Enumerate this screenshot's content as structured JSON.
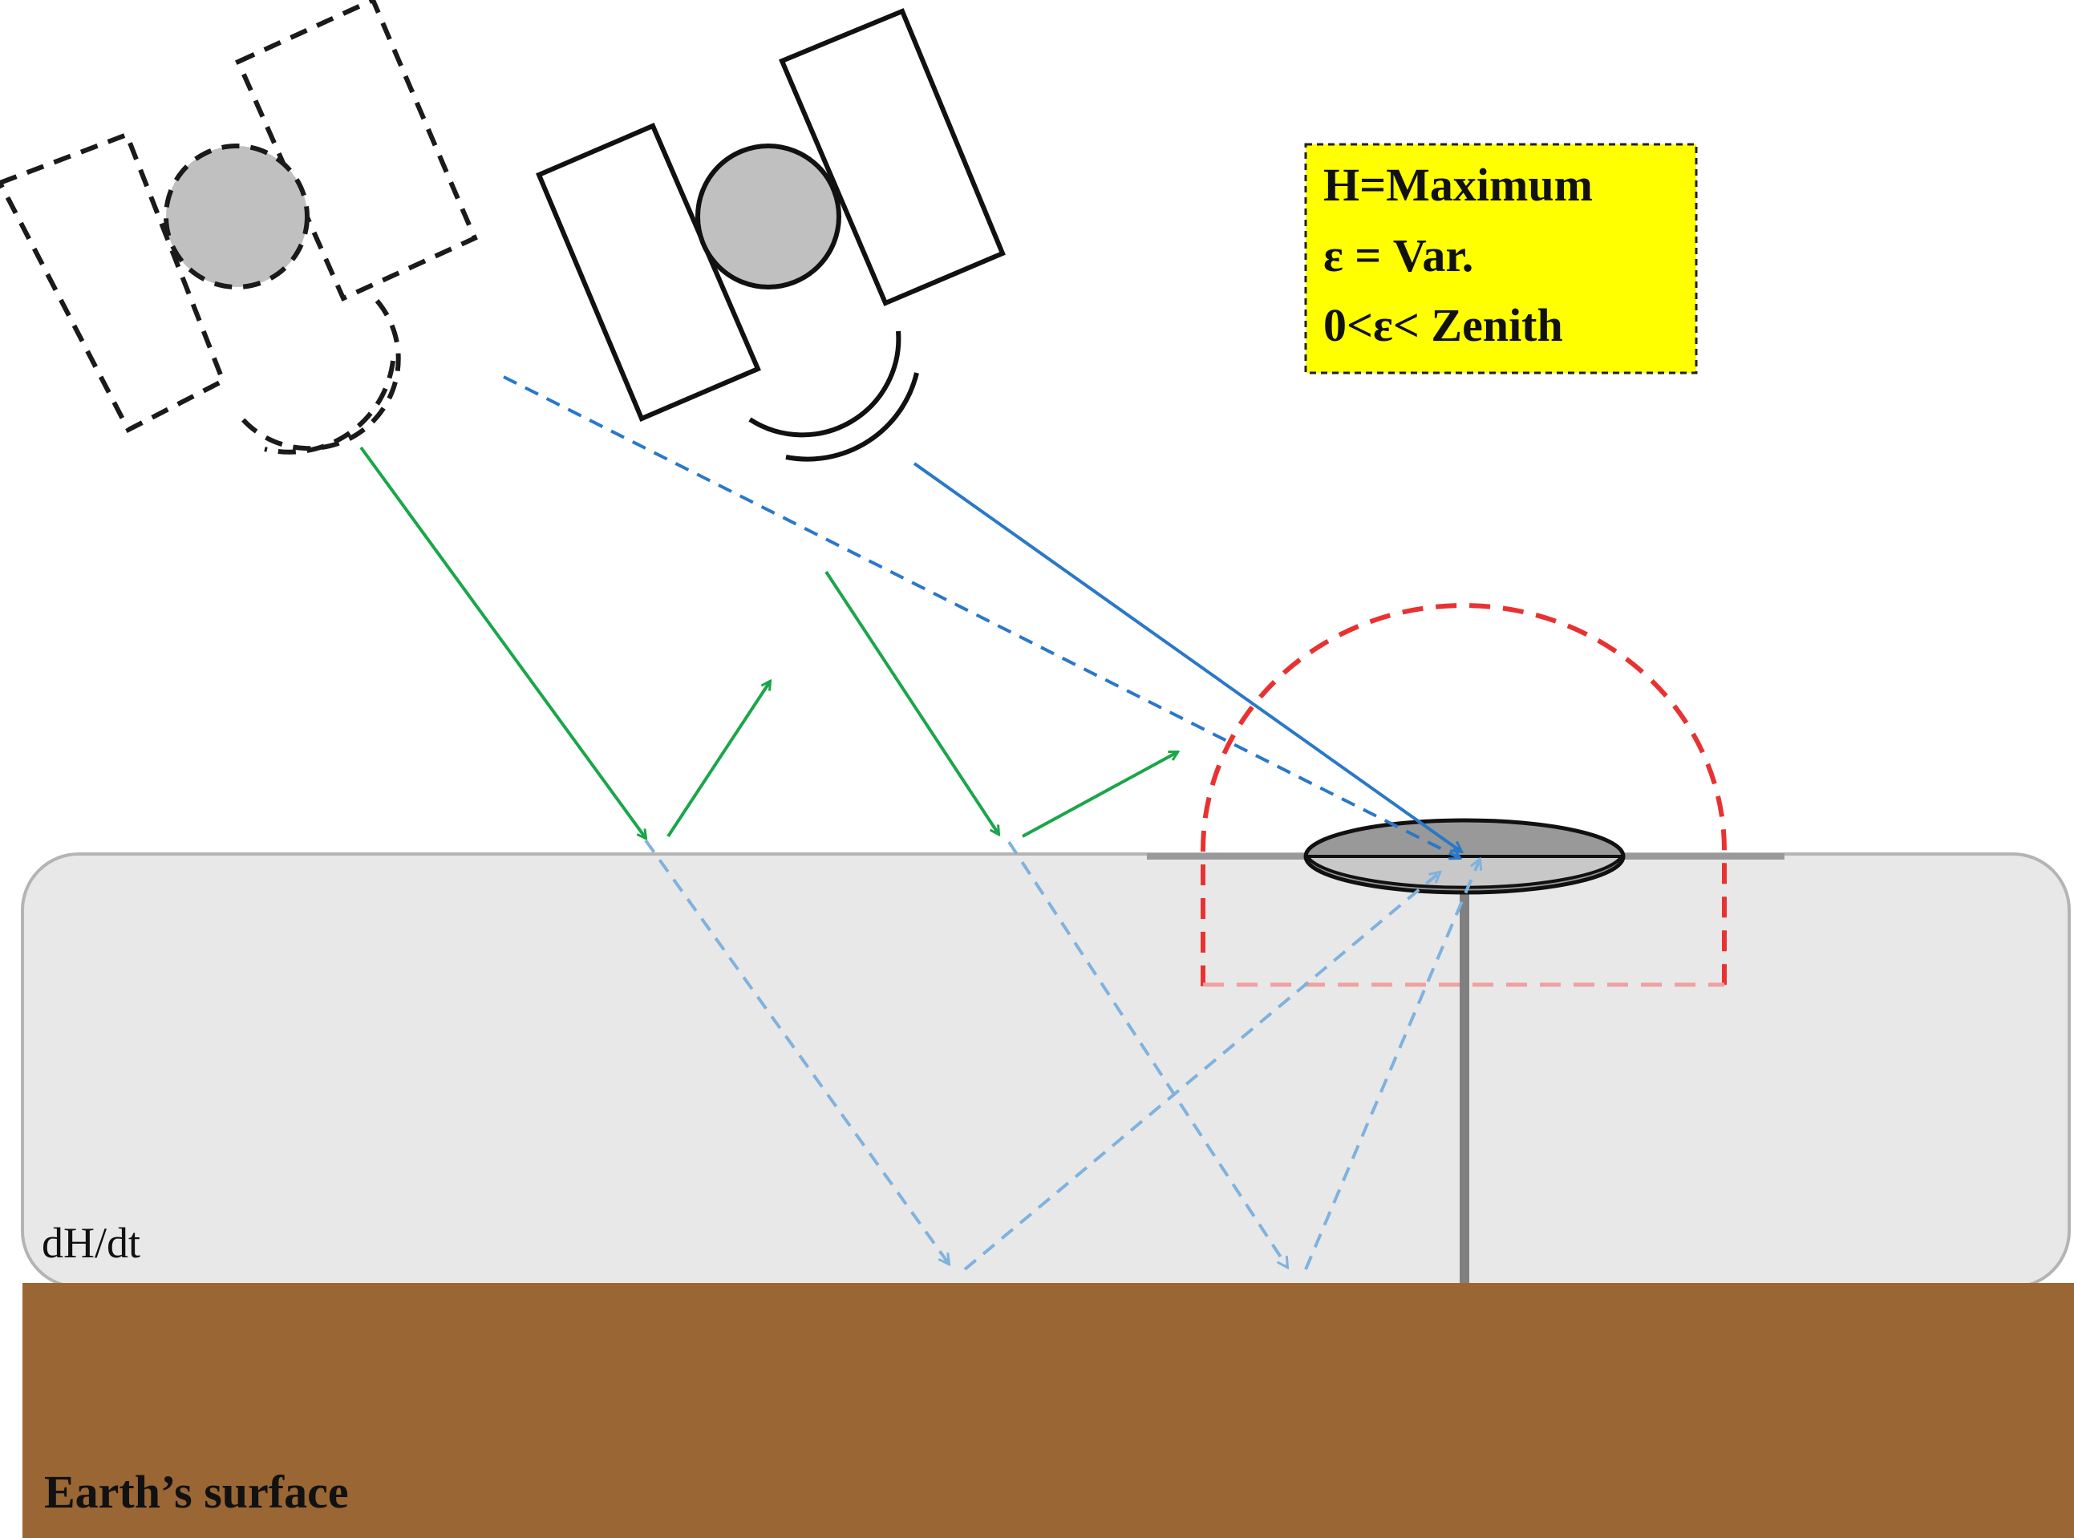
{
  "legend": {
    "line1": "H=Maximum",
    "line2": "ε = Var.",
    "line3": "0<ε< Zenith",
    "background": "#ffff00"
  },
  "atmosphere_label": "dH/dt",
  "ground_label": "Earth’s surface",
  "colors": {
    "atmosphere": "#e8e8e8",
    "ground": "#9a6633",
    "green_ray": "#1aa64a",
    "blue_ray": "#2a78c8",
    "faint_blue_ray": "#7fb2de",
    "red_hemisphere": "#e83232",
    "satellite_body": "#c0c0c0",
    "antenna": "#808080"
  },
  "icons": {
    "past_satellite": "satellite-dashed-icon",
    "current_satellite": "satellite-icon",
    "ground_receiver": "gnss-antenna-icon"
  }
}
